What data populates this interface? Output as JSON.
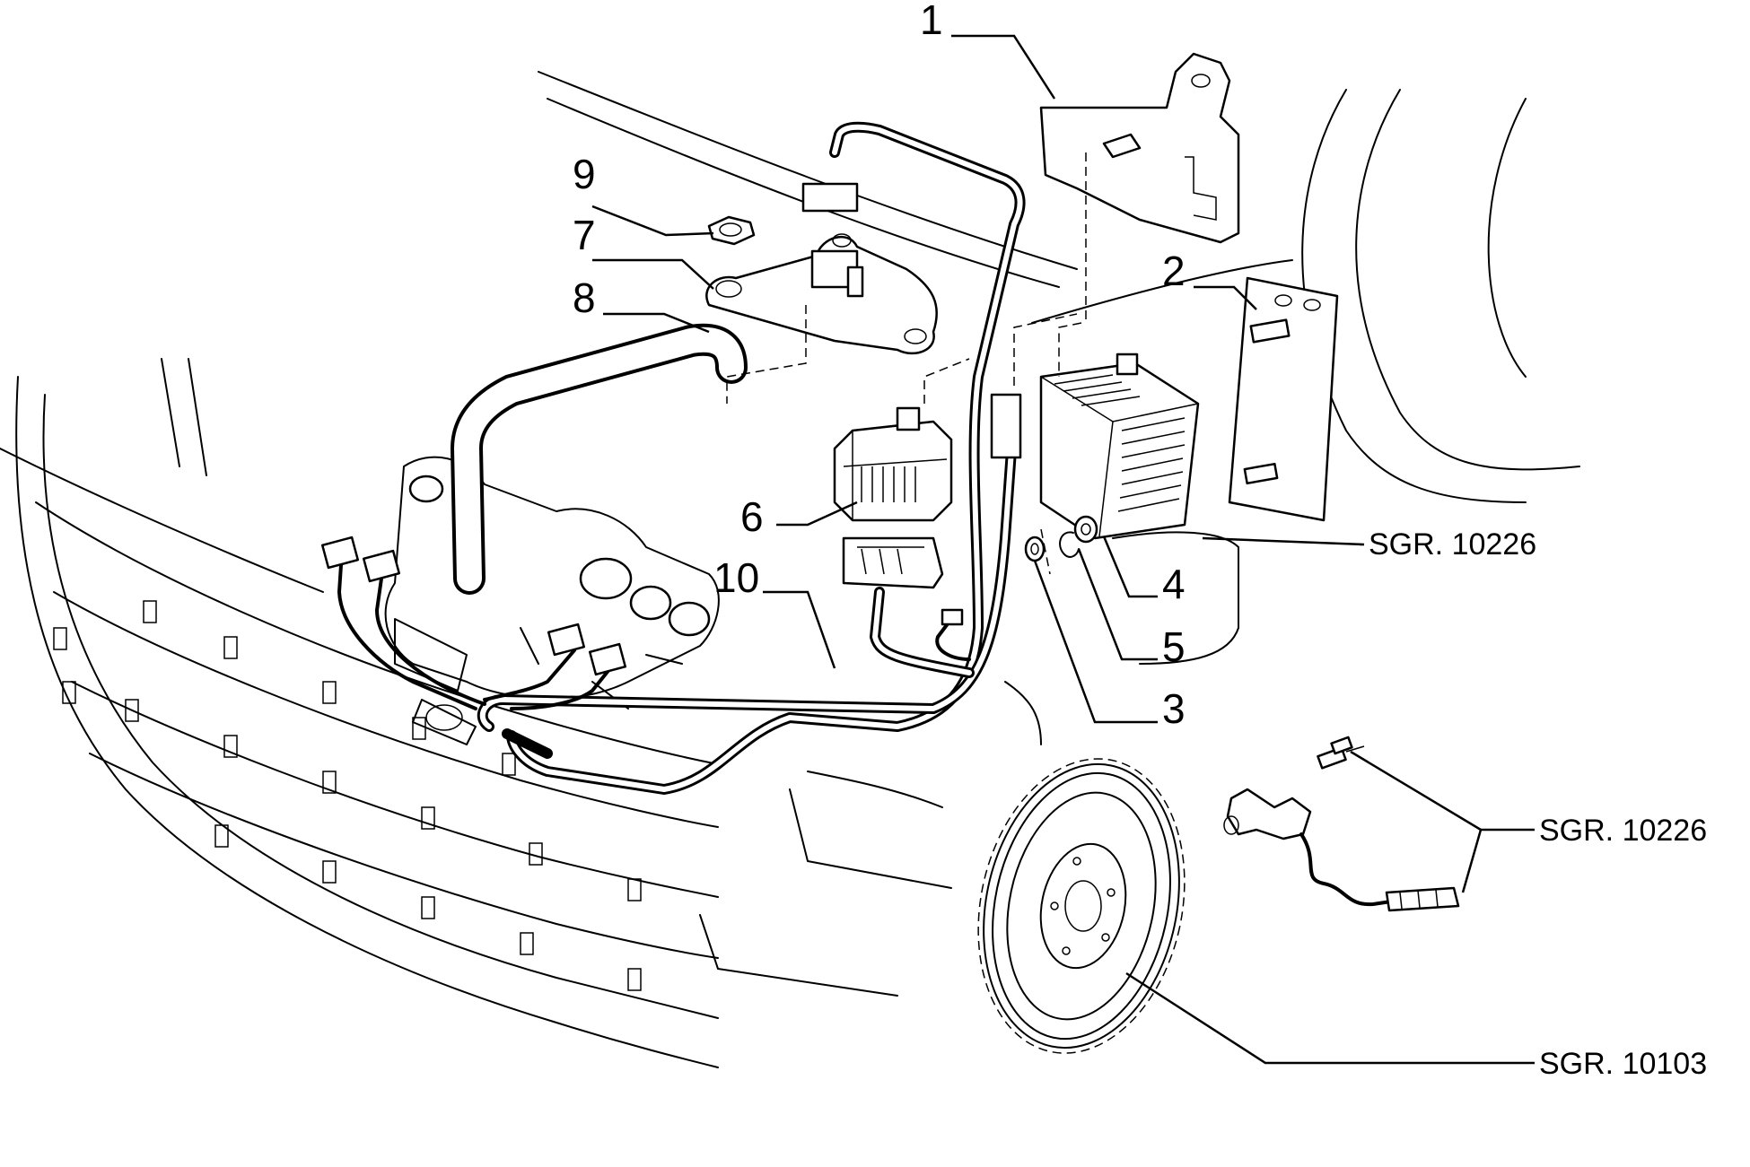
{
  "callouts": [
    {
      "id": "1",
      "text": "1"
    },
    {
      "id": "2",
      "text": "2"
    },
    {
      "id": "3",
      "text": "3"
    },
    {
      "id": "4",
      "text": "4"
    },
    {
      "id": "5",
      "text": "5"
    },
    {
      "id": "6",
      "text": "6"
    },
    {
      "id": "7",
      "text": "7"
    },
    {
      "id": "8",
      "text": "8"
    },
    {
      "id": "9",
      "text": "9"
    },
    {
      "id": "10",
      "text": "10"
    }
  ],
  "references": [
    {
      "id": "ref-module",
      "text": "SGR. 10226"
    },
    {
      "id": "ref-sensor",
      "text": "SGR. 10226"
    },
    {
      "id": "ref-flywheel",
      "text": "SGR. 10103"
    }
  ]
}
